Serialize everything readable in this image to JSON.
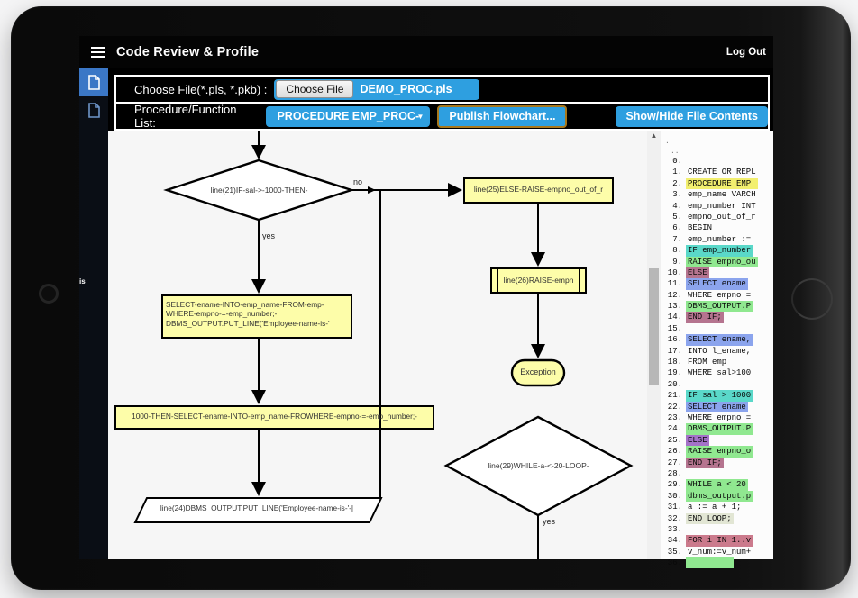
{
  "navbar": {
    "title": "Code Review & Profile",
    "logout_label": "Log Out"
  },
  "sidebar": {
    "fragment": "is"
  },
  "toolbar": {
    "choose_label": "Choose File(*.pls, *.pkb) :",
    "choose_button": "Choose File",
    "filename": "DEMO_PROC.pls",
    "list_label": "Procedure/Function List:",
    "dropdown_value": "PROCEDURE EMP_PROC-",
    "dropdown_caret": "▼",
    "publish_button": "Publish Flowchart...",
    "toggle_button": "Show/Hide File Contents"
  },
  "flowchart": {
    "labels": {
      "no": "no",
      "yes1": "yes",
      "yes2": "yes"
    },
    "nodes": {
      "if21": "line(21)IF-sal->-1000-THEN-",
      "else25": "line(25)ELSE-RAISE-empno_out_of_r",
      "raise26": "line(26)RAISE-empn",
      "exception": "Exception",
      "select_block": "SELECT-ename-INTO-emp_name-FROM-emp-\nWHERE-empno-=-emp_number;-\nDBMS_OUTPUT.PUT_LINE('Employee-name-is-'",
      "then_bar": "1000-THEN-SELECT-ename-INTO-emp_name-FROWHERE-empno-=-emp_number;-",
      "put24": "line(24)DBMS_OUTPUT.PUT_LINE('Employee-name-is-'-|",
      "while29": "line(29)WHILE-a-<-20-LOOP-"
    }
  },
  "code_panel": {
    "prefix_marks": [
      ".",
      ".."
    ],
    "lines": [
      {
        "n": "0.",
        "t": "",
        "h": ""
      },
      {
        "n": "1.",
        "t": "CREATE OR REPL",
        "h": ""
      },
      {
        "n": "2.",
        "t": "PROCEDURE EMP_",
        "h": "yellow"
      },
      {
        "n": "3.",
        "t": "emp_name VARCH",
        "h": ""
      },
      {
        "n": "4.",
        "t": "emp_number INT",
        "h": ""
      },
      {
        "n": "5.",
        "t": "empno_out_of_r",
        "h": ""
      },
      {
        "n": "6.",
        "t": "BEGIN",
        "h": ""
      },
      {
        "n": "7.",
        "t": "emp_number :=",
        "h": ""
      },
      {
        "n": "8.",
        "t": "IF emp_number",
        "h": "teal"
      },
      {
        "n": "9.",
        "t": "RAISE empno_ou",
        "h": "green"
      },
      {
        "n": "10.",
        "t": "ELSE",
        "h": "mauve"
      },
      {
        "n": "11.",
        "t": "SELECT ename",
        "h": "blue"
      },
      {
        "n": "12.",
        "t": "WHERE empno =",
        "h": ""
      },
      {
        "n": "13.",
        "t": "DBMS_OUTPUT.P",
        "h": "green"
      },
      {
        "n": "14.",
        "t": "END IF;",
        "h": "mauve"
      },
      {
        "n": "15.",
        "t": "",
        "h": ""
      },
      {
        "n": "16.",
        "t": "SELECT ename,",
        "h": "blue"
      },
      {
        "n": "17.",
        "t": "INTO l_ename,",
        "h": ""
      },
      {
        "n": "18.",
        "t": "FROM emp",
        "h": ""
      },
      {
        "n": "19.",
        "t": "WHERE sal>100",
        "h": ""
      },
      {
        "n": "20.",
        "t": "",
        "h": ""
      },
      {
        "n": "21.",
        "t": "IF sal > 1000",
        "h": "teal"
      },
      {
        "n": "22.",
        "t": "SELECT ename",
        "h": "blue"
      },
      {
        "n": "23.",
        "t": "WHERE empno =",
        "h": ""
      },
      {
        "n": "24.",
        "t": "DBMS_OUTPUT.P",
        "h": "green"
      },
      {
        "n": "25.",
        "t": "ELSE",
        "h": "purple"
      },
      {
        "n": "26.",
        "t": "RAISE empno_o",
        "h": "green"
      },
      {
        "n": "27.",
        "t": "END IF;",
        "h": "mauve"
      },
      {
        "n": "28.",
        "t": "",
        "h": ""
      },
      {
        "n": "29.",
        "t": "WHILE a < 20",
        "h": "green"
      },
      {
        "n": "30.",
        "t": "dbms_output.p",
        "h": "green"
      },
      {
        "n": "31.",
        "t": "a := a + 1;",
        "h": ""
      },
      {
        "n": "32.",
        "t": "END LOOP;",
        "h": "pale"
      },
      {
        "n": "33.",
        "t": "",
        "h": ""
      },
      {
        "n": "34.",
        "t": "FOR i IN 1..v",
        "h": "rose"
      },
      {
        "n": "35.",
        "t": "v_num:=v_num+",
        "h": ""
      },
      {
        "n": "36.",
        "t": "",
        "h": "green"
      }
    ]
  },
  "colors": {
    "accent_blue": "#2e9fe0",
    "publish_border": "#a8781c",
    "sidebar_active": "#3b77c6",
    "node_yellow": "#fdfda9",
    "hl_yellow": "#f2ef6f",
    "hl_teal": "#5ad8c9",
    "hl_green": "#90e890",
    "hl_mauve": "#b5748f",
    "hl_blue": "#8ba4ed",
    "hl_purple": "#a472c8",
    "hl_rose": "#cb7a8c",
    "hl_pale": "#e2e6d4"
  }
}
